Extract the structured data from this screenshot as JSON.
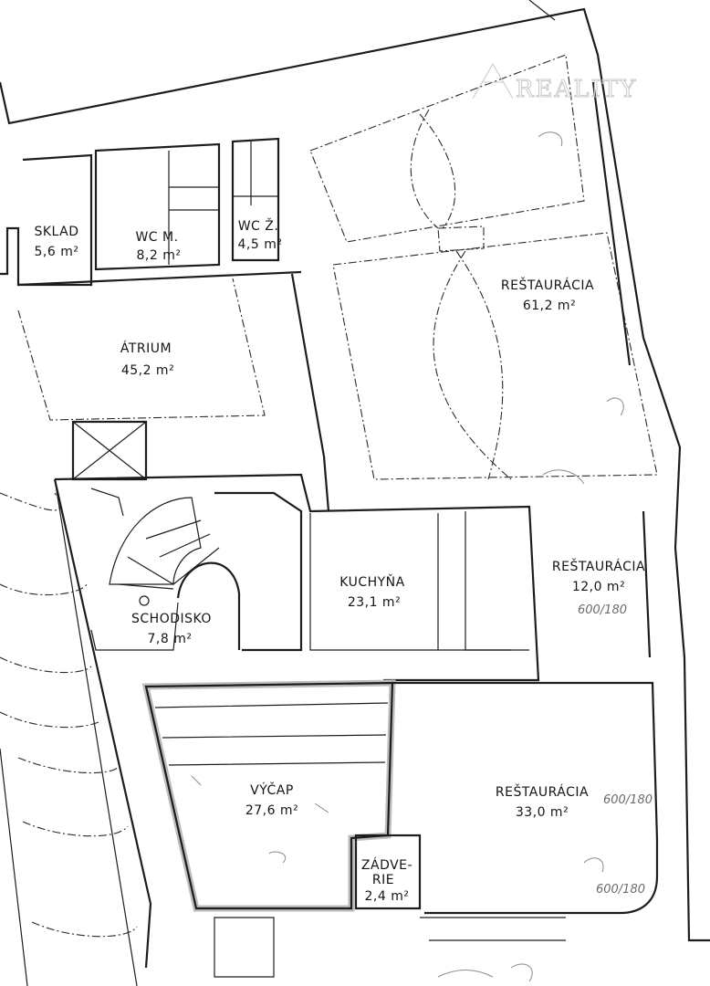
{
  "watermark": {
    "text": "REALITY"
  },
  "rooms": [
    {
      "id": "sklad",
      "name": "SKLAD",
      "area": "5,6 m²"
    },
    {
      "id": "wc-m",
      "name": "WC M.",
      "area": "8,2 m²"
    },
    {
      "id": "wc-z",
      "name": "WC Ž.",
      "area": "4,5 m²"
    },
    {
      "id": "atrium",
      "name": "ÁTRIUM",
      "area": "45,2 m²"
    },
    {
      "id": "restauracia-1",
      "name": "REŠTAURÁCIA",
      "area": "61,2 m²"
    },
    {
      "id": "kuchyna",
      "name": "KUCHYŇA",
      "area": "23,1 m²"
    },
    {
      "id": "restauracia-2",
      "name": "REŠTAURÁCIA",
      "area": "12,0 m²"
    },
    {
      "id": "schodisko",
      "name": "SCHODISKO",
      "area": "7,8 m²"
    },
    {
      "id": "vycap",
      "name": "VÝČAP",
      "area": "27,6 m²"
    },
    {
      "id": "restauracia-3",
      "name": "REŠTAURÁCIA",
      "area": "33,0 m²"
    },
    {
      "id": "zadverie",
      "name": "ZÁDVE- RIE",
      "name_line1": "ZÁDVE-",
      "name_line2": "RIE",
      "area": "2,4 m²"
    }
  ],
  "notes": [
    {
      "id": "door-note-1",
      "text": "600/180"
    },
    {
      "id": "door-note-2",
      "text": "600/180"
    },
    {
      "id": "door-note-3",
      "text": "600/180"
    }
  ]
}
